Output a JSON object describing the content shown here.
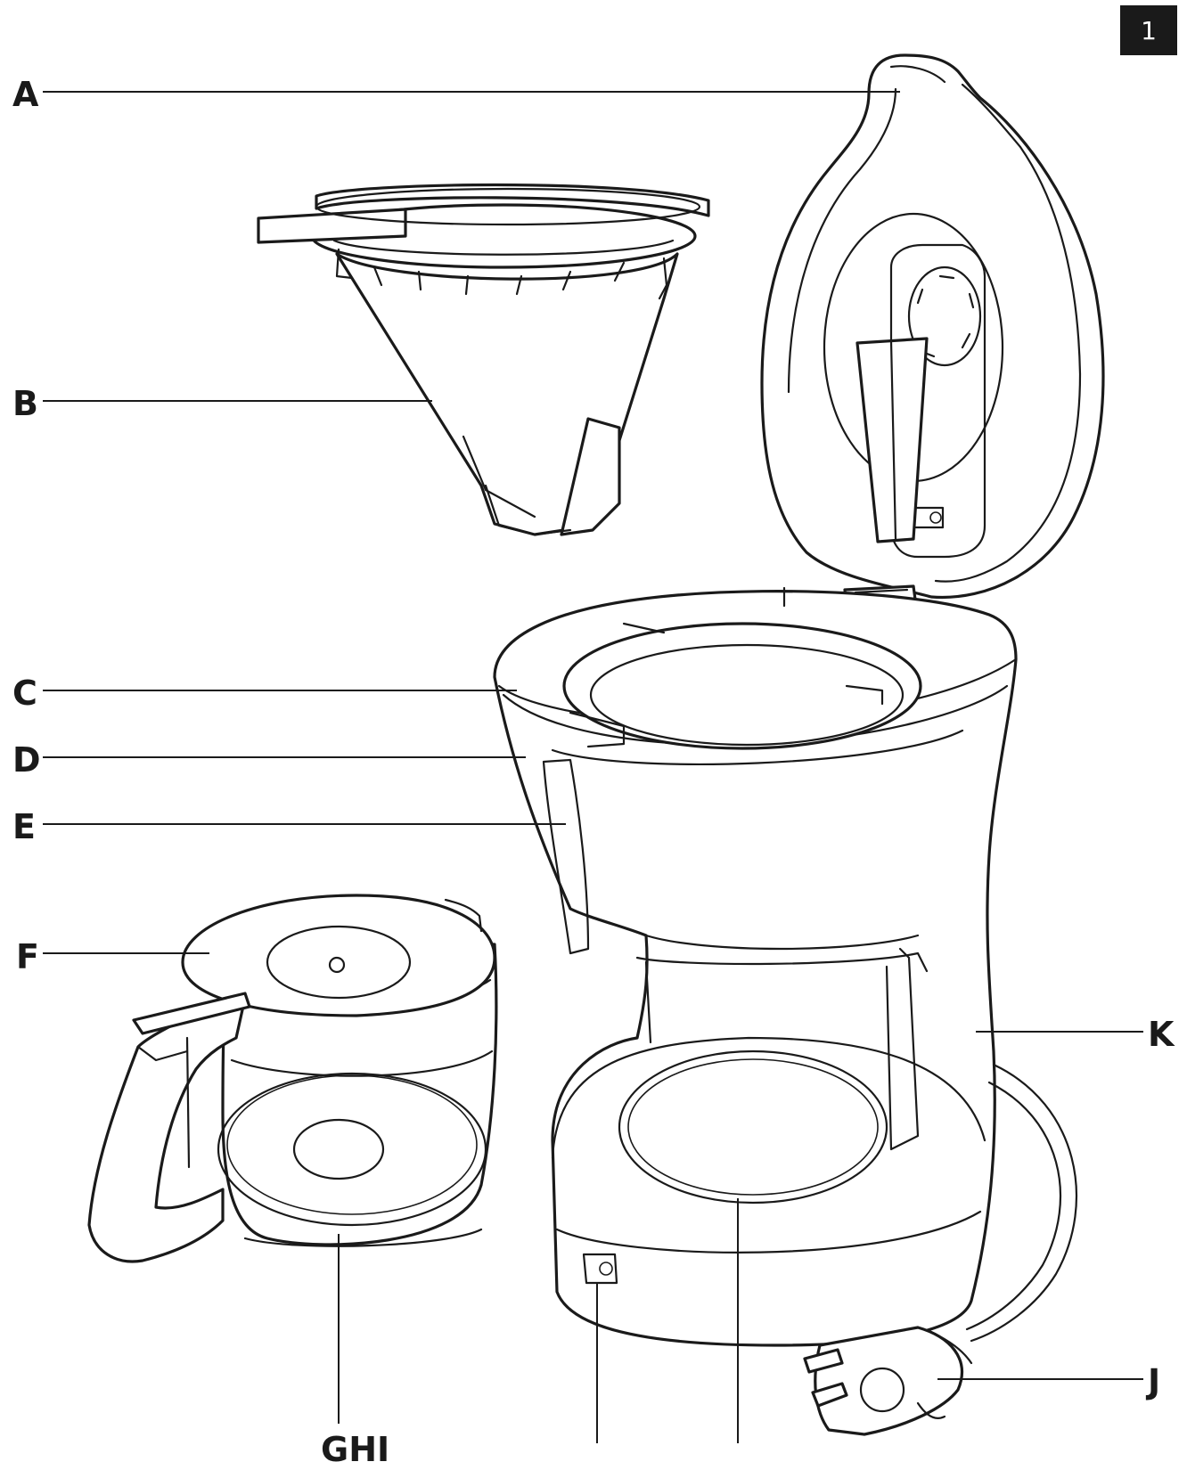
{
  "figure_number": "1",
  "labels": {
    "a": "A",
    "b": "B",
    "c": "C",
    "d": "D",
    "e": "E",
    "f": "F",
    "ghi": "GHI",
    "j": "J",
    "k": "K"
  },
  "colors": {
    "ink": "#1a1a1a",
    "badge_background": "#1a1a1a",
    "badge_text": "#ffffff",
    "paper": "#ffffff"
  }
}
